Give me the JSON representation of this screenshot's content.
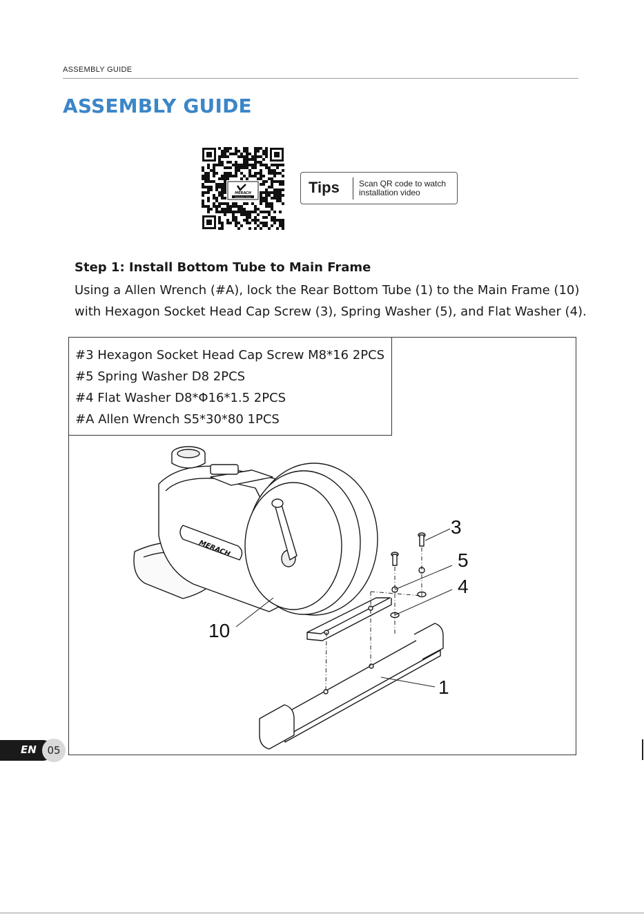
{
  "header": {
    "running_title": "ASSEMBLY GUIDE"
  },
  "title": {
    "text": "ASSEMBLY GUIDE",
    "color": "#3b86c8"
  },
  "qr": {
    "brand": "MERACH",
    "caption": "Assembly Video"
  },
  "tips": {
    "label": "Tips",
    "line1": "Scan QR code to watch",
    "line2": "installation video"
  },
  "step": {
    "heading": "Step 1: Install Bottom Tube to Main Frame",
    "line1": "Using a Allen Wrench (#A), lock the Rear Bottom Tube (1) to the Main Frame (10)",
    "line2": "with Hexagon Socket Head Cap Screw (3), Spring Washer (5), and Flat Washer (4)."
  },
  "parts": [
    "#3 Hexagon Socket Head Cap Screw M8*16 2PCS",
    "#5 Spring Washer D8 2PCS",
    "#4 Flat Washer D8*Φ16*1.5 2PCS",
    "#A Allen Wrench S5*30*80 1PCS"
  ],
  "diagram": {
    "brand": "MERACH",
    "callouts": {
      "screw": "3",
      "spring_washer": "5",
      "flat_washer": "4",
      "main_frame": "10",
      "bottom_tube": "1"
    }
  },
  "footer": {
    "lang": "EN",
    "page": "05"
  }
}
